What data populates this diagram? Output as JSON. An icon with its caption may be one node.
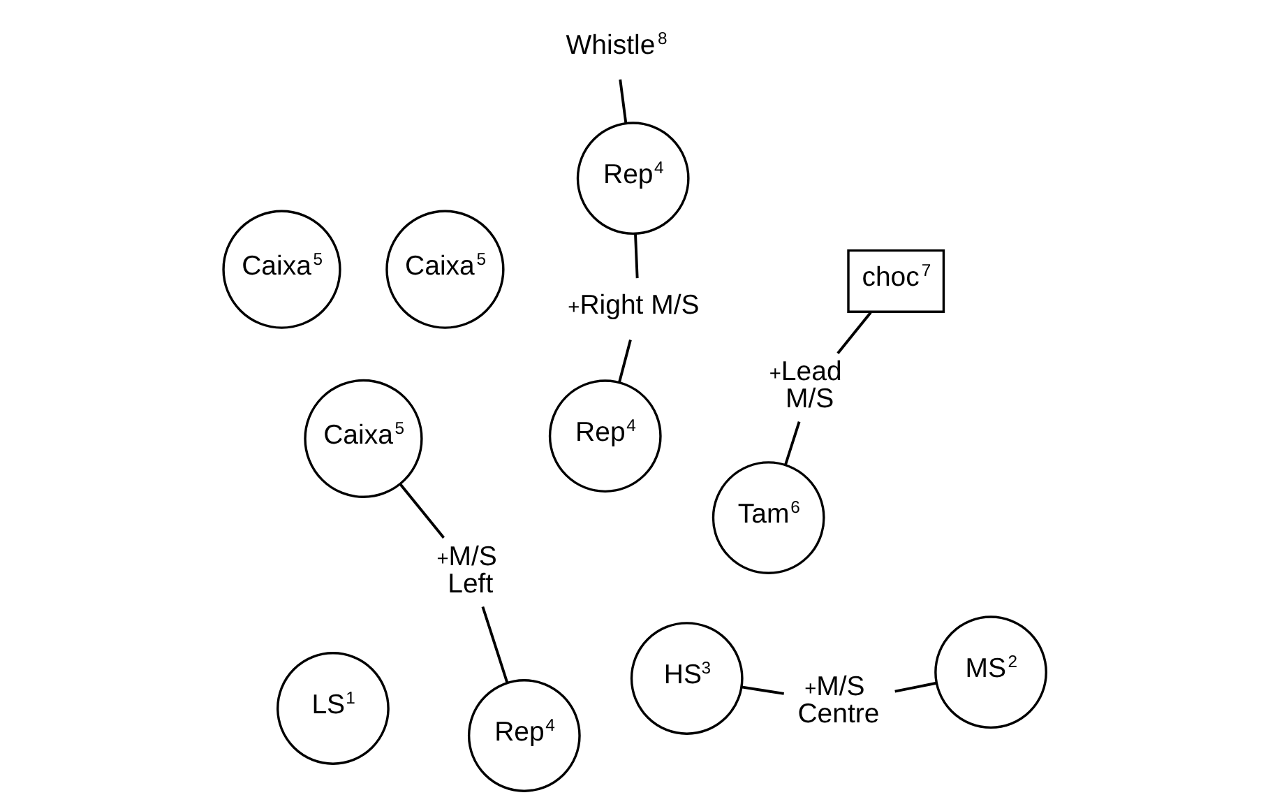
{
  "diagram": {
    "nodes": [
      {
        "text": [
          "LS$^{1}$"
        ]
      },
      {
        "text": [
          "HS$^{3}$"
        ]
      },
      {
        "text": [
          "MS$^{2}$"
        ]
      },
      {
        "text": [
          "M/S",
          "Centre"
        ],
        "beside": [
          "+"
        ]
      },
      {
        "text": [
          "Caixa$^{5}$"
        ]
      },
      {
        "text": [
          "Rep$^{4}$"
        ]
      },
      {
        "text": [
          "Caixa$^{5}$"
        ]
      },
      {
        "text": [
          "M/S",
          "Left"
        ],
        "beside": [
          "+"
        ]
      },
      {
        "text": [
          "Lead",
          "M/S"
        ],
        "beside": [
          "+"
        ]
      },
      {
        "text": [
          "Right M/S"
        ],
        "beside": [
          "+"
        ]
      },
      {
        "text": [
          "Caixa$^{5}$"
        ]
      },
      {
        "text": [
          "Rep$^{4}$"
        ]
      },
      {
        "text": [
          "Rep$^{4}$"
        ]
      },
      {
        "text": [
          "Whistle$^{8}$"
        ]
      },
      {
        "text": [
          "choc$^{7}$"
        ]
      },
      {
        "text": [
          "Tam$^{6}$"
        ]
      }
    ],
    "edges": [
      {
        "from": 3,
        "to": 1,
        "arrow": "none"
      },
      {
        "from": 3,
        "to": 2,
        "arrow": "none"
      },
      {
        "from": 7,
        "to": 4,
        "arrow": "none"
      },
      {
        "from": 7,
        "to": 11,
        "arrow": "none"
      },
      {
        "from": 8,
        "to": 14,
        "arrow": "none"
      },
      {
        "from": 8,
        "to": 15,
        "arrow": "none"
      },
      {
        "from": 9,
        "to": 5,
        "arrow": "none"
      },
      {
        "from": 9,
        "to": 12,
        "arrow": "none"
      },
      {
        "from": 13,
        "to": 12,
        "arrow": "none"
      }
    ]
  }
}
